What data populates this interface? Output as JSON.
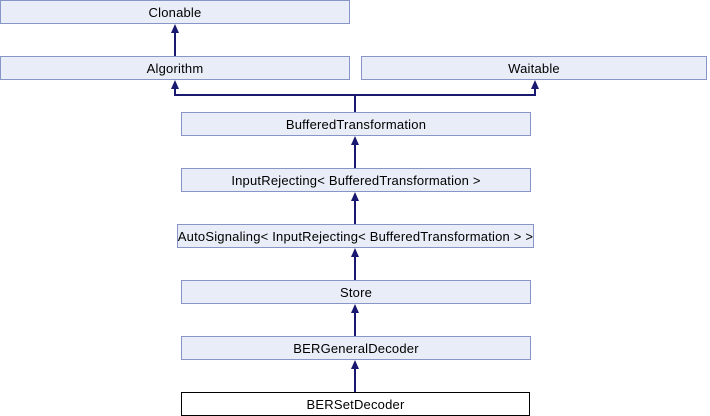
{
  "diagram": {
    "type": "class-inheritance-diagram",
    "nodes": [
      {
        "label": "Clonable",
        "current": false
      },
      {
        "label": "Algorithm",
        "current": false
      },
      {
        "label": "Waitable",
        "current": false
      },
      {
        "label": "BufferedTransformation",
        "current": false
      },
      {
        "label": "InputRejecting< BufferedTransformation >",
        "current": false
      },
      {
        "label": "AutoSignaling< InputRejecting< BufferedTransformation > >",
        "current": false
      },
      {
        "label": "Store",
        "current": false
      },
      {
        "label": "BERGeneralDecoder",
        "current": false
      },
      {
        "label": "BERSetDecoder",
        "current": true
      }
    ],
    "edges": [
      {
        "from": "Algorithm",
        "to": "Clonable"
      },
      {
        "from": "BufferedTransformation",
        "to": "Algorithm"
      },
      {
        "from": "BufferedTransformation",
        "to": "Waitable"
      },
      {
        "from": "InputRejecting< BufferedTransformation >",
        "to": "BufferedTransformation"
      },
      {
        "from": "AutoSignaling< InputRejecting< BufferedTransformation > >",
        "to": "InputRejecting< BufferedTransformation >"
      },
      {
        "from": "Store",
        "to": "AutoSignaling< InputRejecting< BufferedTransformation > >"
      },
      {
        "from": "BERGeneralDecoder",
        "to": "Store"
      },
      {
        "from": "BERSetDecoder",
        "to": "BERGeneralDecoder"
      }
    ],
    "colors": {
      "background": "#FFFFFF",
      "node_fill": "#E8EDF7",
      "node_border": "#8796C6",
      "current_node_fill": "#FFFFFF",
      "current_node_border": "#000000",
      "edge": "#191970",
      "text": "#000000"
    }
  }
}
